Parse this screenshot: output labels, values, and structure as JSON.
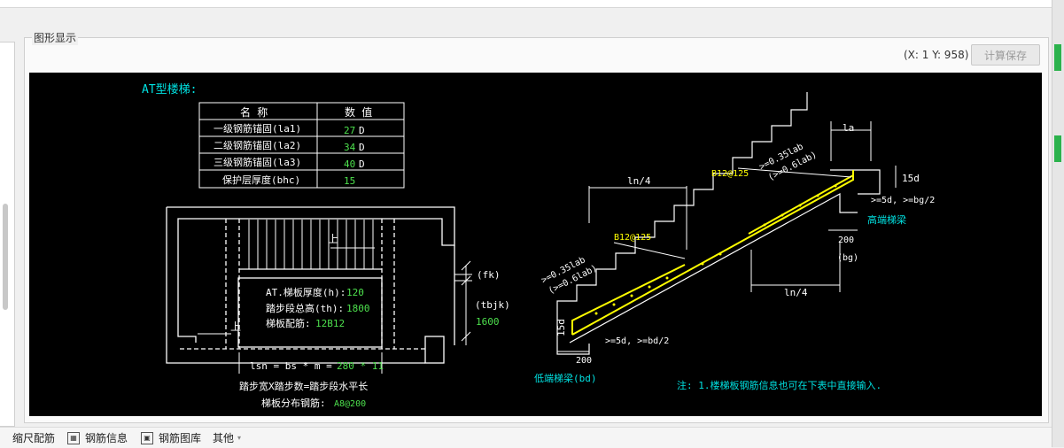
{
  "group": {
    "title": "图形显示"
  },
  "coords": "(X: 1 Y: 958)",
  "save_button": "计算保存",
  "diagram": {
    "title": "AT型楼梯:",
    "table": {
      "headers": [
        "名 称",
        "数 值"
      ],
      "rows": [
        {
          "name": "一级钢筋锚固(la1)",
          "value": "27",
          "unit": "D"
        },
        {
          "name": "二级钢筋锚固(la2)",
          "value": "34",
          "unit": "D"
        },
        {
          "name": "三级钢筋锚固(la3)",
          "value": "40",
          "unit": "D"
        },
        {
          "name": "保护层厚度(bhc)",
          "value": "15",
          "unit": ""
        }
      ]
    },
    "plan": {
      "up_label": "上",
      "thickness_label": "AT.梯板厚度(h):",
      "thickness_value": "120",
      "height_label": "踏步段总高(th):",
      "height_value": "1800",
      "rebar_label": "梯板配筋:",
      "rebar_value": "12B12",
      "fk_label": "(fk)",
      "tbjk_label": "(tbjk)",
      "tbjk_value": "1600",
      "lsn_label": "lsn = bs * m =",
      "lsn_value": "280 * 11",
      "formula_text": "踏步宽X踏步数=踏步段水平长",
      "dist_label": "梯板分布钢筋:",
      "dist_value": "A8@200"
    },
    "section": {
      "ln4_top": "ln/4",
      "ln4_bottom": "ln/4",
      "la": "la",
      "b12_top": "B12@125",
      "b12_mid": "B12@125",
      "anchor_top_1": ">=0.35lab",
      "anchor_top_2": "(>=0.6lab)",
      "anchor_left_1": ">=0.35lab",
      "anchor_left_2": "(>=0.6lab)",
      "d15_right": "15d",
      "d15_left": "15d",
      "ge5d_right": ">=5d, >=bg/2",
      "ge5d_left": ">=5d, >=bd/2",
      "high_beam": "高端梯梁",
      "low_beam": "低端梯梁(bd)",
      "dim_200_right": "200",
      "dim_200_left": "200",
      "bg": "(bg)",
      "note": "注: 1.楼梯板钢筋信息也可在下表中直接输入."
    }
  },
  "toolbar": {
    "items": [
      "缩尺配筋",
      "钢筋信息",
      "钢筋图库",
      "其他"
    ]
  },
  "colors": {
    "canvas_bg": "#000000",
    "cyan": "#00e0e0",
    "green": "#4de04d",
    "yellow": "#ffff00"
  }
}
